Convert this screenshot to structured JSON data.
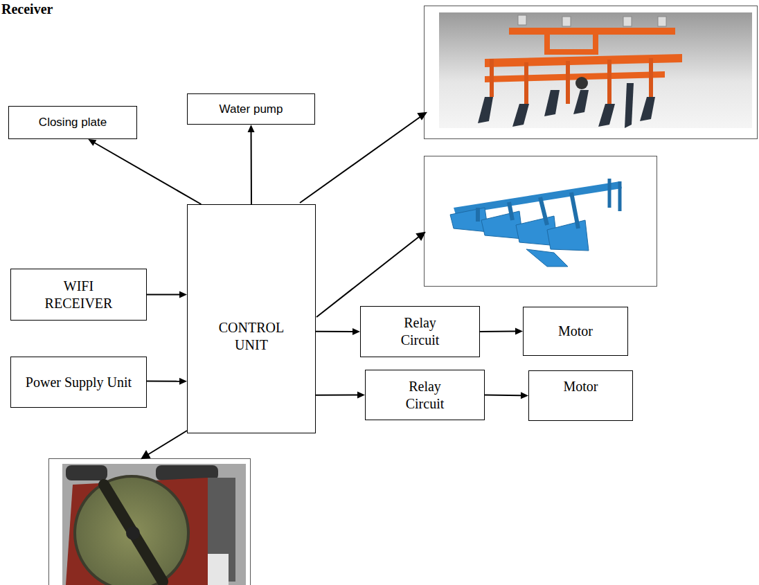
{
  "diagram": {
    "title": "Receiver",
    "nodes": [
      {
        "text": [
          "Closing plate"
        ]
      },
      {
        "text": [
          "Water pump"
        ]
      },
      {
        "text": [
          "WIFI RECEIVER"
        ]
      },
      {
        "text": [
          "Power Supply Unit"
        ]
      },
      {
        "text": [
          "CONTROL UNIT"
        ]
      },
      {
        "text": [
          "Relay Circuit"
        ]
      },
      {
        "text": [
          "Motor"
        ]
      },
      {
        "text": [
          "Relay Circuit"
        ]
      },
      {
        "text": [
          "Motor"
        ]
      }
    ],
    "edges": [
      {
        "from": 4,
        "to": 0,
        "arrow": "to"
      },
      {
        "from": 4,
        "to": 1,
        "arrow": "to"
      },
      {
        "from": 2,
        "to": 4,
        "arrow": "to"
      },
      {
        "from": 3,
        "to": 4,
        "arrow": "to"
      },
      {
        "from": 4,
        "to": 5,
        "arrow": "to"
      },
      {
        "from": 5,
        "to": 6,
        "arrow": "to"
      },
      {
        "from": 4,
        "to": 7,
        "arrow": "to"
      },
      {
        "from": 7,
        "to": 8,
        "arrow": "to"
      }
    ]
  }
}
